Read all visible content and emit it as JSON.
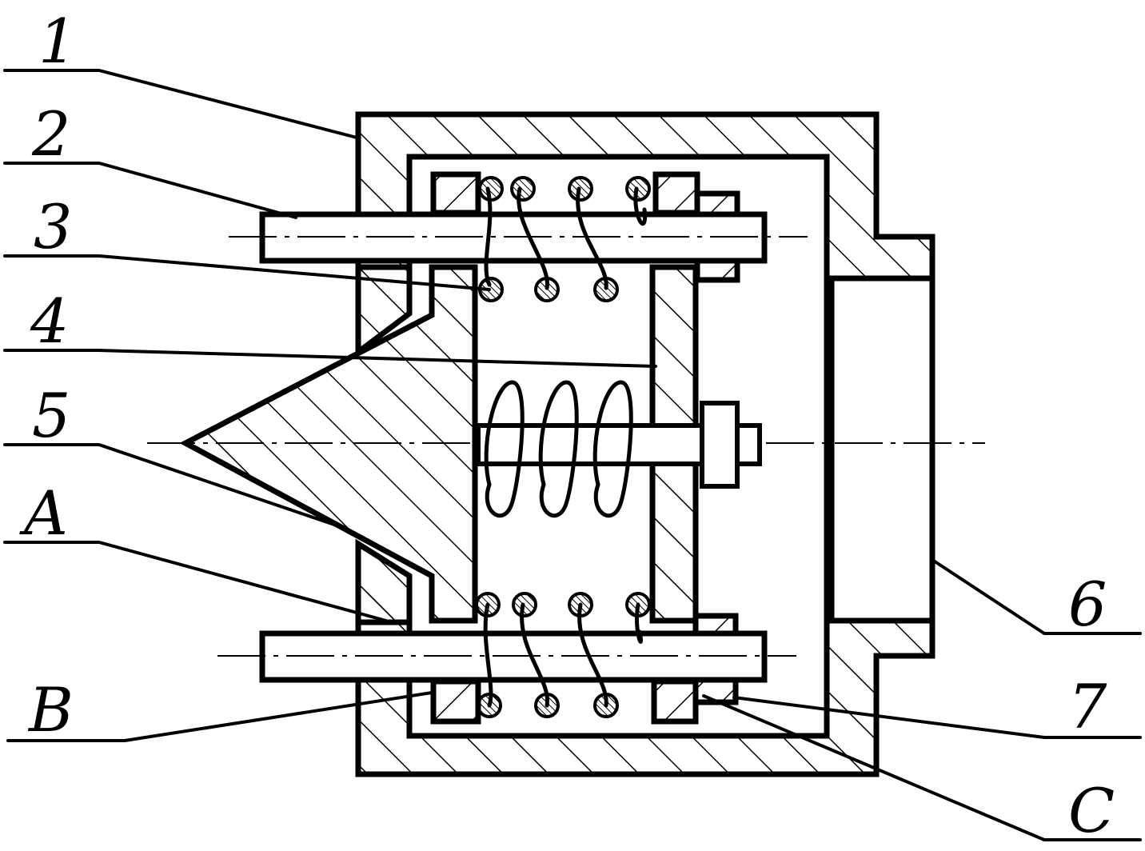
{
  "labels": {
    "part_1": "1",
    "part_2": "2",
    "part_3": "3",
    "part_4": "4",
    "part_5": "5",
    "part_6": "6",
    "part_7": "7",
    "part_a": "A",
    "part_b": "B",
    "part_c": "C"
  },
  "colors": {
    "ink": "#000000",
    "paper": "#ffffff"
  }
}
